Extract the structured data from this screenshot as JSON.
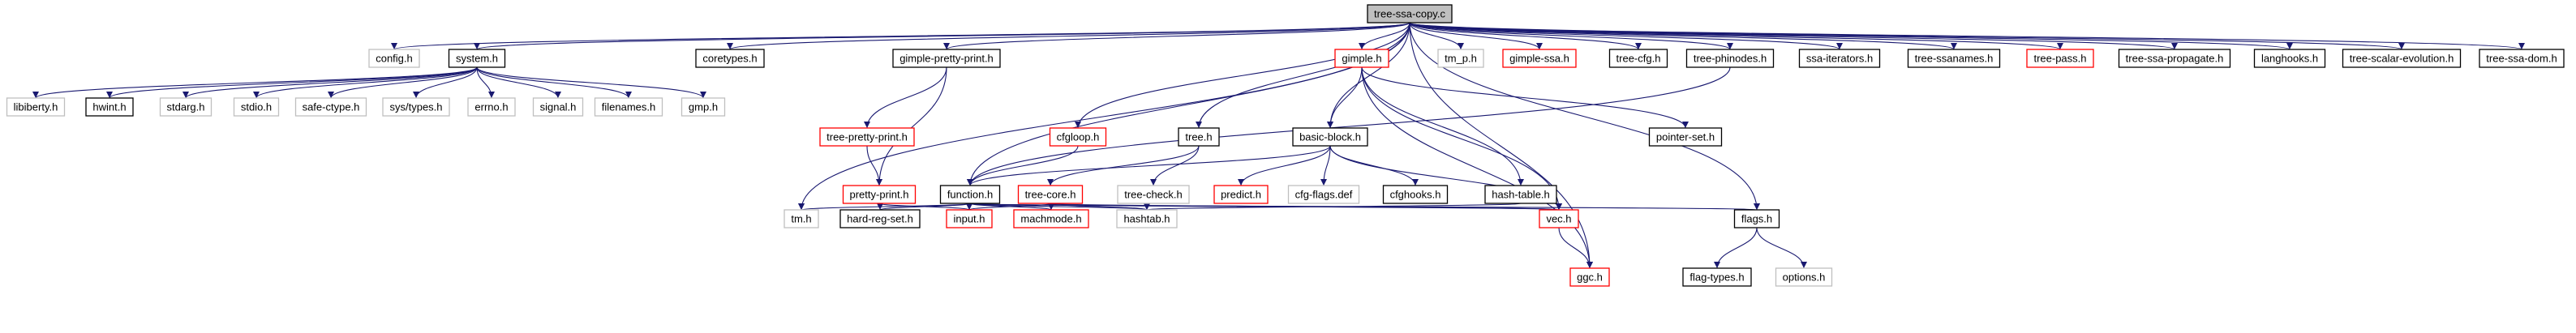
{
  "graph": {
    "root": "tree-ssa-copy.c",
    "colors": {
      "edge": "#191970",
      "border_normal": "#000000",
      "border_truncated": "#ff0000",
      "border_external": "#bfbfbf",
      "root_fill": "#bfbfbf",
      "fill": "#ffffff"
    },
    "nodes": [
      {
        "id": "tree-ssa-copy.c",
        "label": "tree-ssa-copy.c",
        "kind": "root"
      },
      {
        "id": "config.h",
        "label": "config.h",
        "kind": "external"
      },
      {
        "id": "system.h",
        "label": "system.h",
        "kind": "normal"
      },
      {
        "id": "coretypes.h",
        "label": "coretypes.h",
        "kind": "normal"
      },
      {
        "id": "gimple-pretty-print.h",
        "label": "gimple-pretty-print.h",
        "kind": "normal"
      },
      {
        "id": "tm_p.h",
        "label": "tm_p.h",
        "kind": "external"
      },
      {
        "id": "gimple.h",
        "label": "gimple.h",
        "kind": "truncated"
      },
      {
        "id": "gimple-ssa.h",
        "label": "gimple-ssa.h",
        "kind": "truncated"
      },
      {
        "id": "tree-cfg.h",
        "label": "tree-cfg.h",
        "kind": "normal"
      },
      {
        "id": "tree-phinodes.h",
        "label": "tree-phinodes.h",
        "kind": "normal"
      },
      {
        "id": "ssa-iterators.h",
        "label": "ssa-iterators.h",
        "kind": "normal"
      },
      {
        "id": "tree-ssanames.h",
        "label": "tree-ssanames.h",
        "kind": "normal"
      },
      {
        "id": "tree-pass.h",
        "label": "tree-pass.h",
        "kind": "truncated"
      },
      {
        "id": "tree-ssa-propagate.h",
        "label": "tree-ssa-propagate.h",
        "kind": "normal"
      },
      {
        "id": "langhooks.h",
        "label": "langhooks.h",
        "kind": "normal"
      },
      {
        "id": "tree-scalar-evolution.h",
        "label": "tree-scalar-evolution.h",
        "kind": "normal"
      },
      {
        "id": "tree-ssa-dom.h",
        "label": "tree-ssa-dom.h",
        "kind": "normal"
      },
      {
        "id": "libiberty.h",
        "label": "libiberty.h",
        "kind": "external"
      },
      {
        "id": "hwint.h",
        "label": "hwint.h",
        "kind": "normal"
      },
      {
        "id": "stdarg.h",
        "label": "stdarg.h",
        "kind": "external"
      },
      {
        "id": "stdio.h",
        "label": "stdio.h",
        "kind": "external"
      },
      {
        "id": "safe-ctype.h",
        "label": "safe-ctype.h",
        "kind": "external"
      },
      {
        "id": "sys/types.h",
        "label": "sys/types.h",
        "kind": "external"
      },
      {
        "id": "errno.h",
        "label": "errno.h",
        "kind": "external"
      },
      {
        "id": "signal.h",
        "label": "signal.h",
        "kind": "external"
      },
      {
        "id": "filenames.h",
        "label": "filenames.h",
        "kind": "external"
      },
      {
        "id": "gmp.h",
        "label": "gmp.h",
        "kind": "external"
      },
      {
        "id": "tree-pretty-print.h",
        "label": "tree-pretty-print.h",
        "kind": "truncated"
      },
      {
        "id": "cfgloop.h",
        "label": "cfgloop.h",
        "kind": "truncated"
      },
      {
        "id": "tree.h",
        "label": "tree.h",
        "kind": "normal"
      },
      {
        "id": "basic-block.h",
        "label": "basic-block.h",
        "kind": "normal"
      },
      {
        "id": "pointer-set.h",
        "label": "pointer-set.h",
        "kind": "normal"
      },
      {
        "id": "pretty-print.h",
        "label": "pretty-print.h",
        "kind": "truncated"
      },
      {
        "id": "function.h",
        "label": "function.h",
        "kind": "normal"
      },
      {
        "id": "tree-core.h",
        "label": "tree-core.h",
        "kind": "truncated"
      },
      {
        "id": "tree-check.h",
        "label": "tree-check.h",
        "kind": "external"
      },
      {
        "id": "predict.h",
        "label": "predict.h",
        "kind": "truncated"
      },
      {
        "id": "cfg-flags.def",
        "label": "cfg-flags.def",
        "kind": "external"
      },
      {
        "id": "cfghooks.h",
        "label": "cfghooks.h",
        "kind": "normal"
      },
      {
        "id": "hash-table.h",
        "label": "hash-table.h",
        "kind": "normal"
      },
      {
        "id": "tm.h",
        "label": "tm.h",
        "kind": "external"
      },
      {
        "id": "hard-reg-set.h",
        "label": "hard-reg-set.h",
        "kind": "normal"
      },
      {
        "id": "input.h",
        "label": "input.h",
        "kind": "truncated"
      },
      {
        "id": "machmode.h",
        "label": "machmode.h",
        "kind": "truncated"
      },
      {
        "id": "hashtab.h",
        "label": "hashtab.h",
        "kind": "external"
      },
      {
        "id": "vec.h",
        "label": "vec.h",
        "kind": "truncated"
      },
      {
        "id": "flags.h",
        "label": "flags.h",
        "kind": "normal"
      },
      {
        "id": "ggc.h",
        "label": "ggc.h",
        "kind": "truncated"
      },
      {
        "id": "flag-types.h",
        "label": "flag-types.h",
        "kind": "normal"
      },
      {
        "id": "options.h",
        "label": "options.h",
        "kind": "external"
      }
    ],
    "edges": [
      [
        "tree-ssa-copy.c",
        "config.h"
      ],
      [
        "tree-ssa-copy.c",
        "system.h"
      ],
      [
        "tree-ssa-copy.c",
        "coretypes.h"
      ],
      [
        "tree-ssa-copy.c",
        "gimple-pretty-print.h"
      ],
      [
        "tree-ssa-copy.c",
        "tm_p.h"
      ],
      [
        "tree-ssa-copy.c",
        "gimple.h"
      ],
      [
        "tree-ssa-copy.c",
        "gimple-ssa.h"
      ],
      [
        "tree-ssa-copy.c",
        "tree-cfg.h"
      ],
      [
        "tree-ssa-copy.c",
        "tree-phinodes.h"
      ],
      [
        "tree-ssa-copy.c",
        "ssa-iterators.h"
      ],
      [
        "tree-ssa-copy.c",
        "tree-ssanames.h"
      ],
      [
        "tree-ssa-copy.c",
        "tree-pass.h"
      ],
      [
        "tree-ssa-copy.c",
        "tree-ssa-propagate.h"
      ],
      [
        "tree-ssa-copy.c",
        "langhooks.h"
      ],
      [
        "tree-ssa-copy.c",
        "tree-scalar-evolution.h"
      ],
      [
        "tree-ssa-copy.c",
        "tree-ssa-dom.h"
      ],
      [
        "tree-ssa-copy.c",
        "tm.h"
      ],
      [
        "tree-ssa-copy.c",
        "cfgloop.h"
      ],
      [
        "tree-ssa-copy.c",
        "tree.h"
      ],
      [
        "tree-ssa-copy.c",
        "basic-block.h"
      ],
      [
        "tree-ssa-copy.c",
        "function.h"
      ],
      [
        "tree-ssa-copy.c",
        "flags.h"
      ],
      [
        "tree-ssa-copy.c",
        "ggc.h"
      ],
      [
        "system.h",
        "libiberty.h"
      ],
      [
        "system.h",
        "hwint.h"
      ],
      [
        "system.h",
        "stdarg.h"
      ],
      [
        "system.h",
        "stdio.h"
      ],
      [
        "system.h",
        "safe-ctype.h"
      ],
      [
        "system.h",
        "sys/types.h"
      ],
      [
        "system.h",
        "errno.h"
      ],
      [
        "system.h",
        "signal.h"
      ],
      [
        "system.h",
        "filenames.h"
      ],
      [
        "system.h",
        "gmp.h"
      ],
      [
        "gimple-pretty-print.h",
        "tree-pretty-print.h"
      ],
      [
        "gimple-pretty-print.h",
        "pretty-print.h"
      ],
      [
        "tree-pretty-print.h",
        "pretty-print.h"
      ],
      [
        "pretty-print.h",
        "input.h"
      ],
      [
        "gimple.h",
        "basic-block.h"
      ],
      [
        "gimple.h",
        "pointer-set.h"
      ],
      [
        "gimple.h",
        "hash-table.h"
      ],
      [
        "gimple.h",
        "vec.h"
      ],
      [
        "gimple.h",
        "ggc.h"
      ],
      [
        "tree-phinodes.h",
        "function.h"
      ],
      [
        "cfgloop.h",
        "function.h"
      ],
      [
        "tree.h",
        "tree-core.h"
      ],
      [
        "tree.h",
        "tree-check.h"
      ],
      [
        "basic-block.h",
        "predict.h"
      ],
      [
        "basic-block.h",
        "cfg-flags.def"
      ],
      [
        "basic-block.h",
        "cfghooks.h"
      ],
      [
        "basic-block.h",
        "vec.h"
      ],
      [
        "basic-block.h",
        "function.h"
      ],
      [
        "function.h",
        "tm.h"
      ],
      [
        "function.h",
        "hard-reg-set.h"
      ],
      [
        "function.h",
        "input.h"
      ],
      [
        "function.h",
        "machmode.h"
      ],
      [
        "function.h",
        "hashtab.h"
      ],
      [
        "function.h",
        "vec.h"
      ],
      [
        "function.h",
        "flags.h"
      ],
      [
        "tree-core.h",
        "input.h"
      ],
      [
        "tree-core.h",
        "machmode.h"
      ],
      [
        "tree-core.h",
        "hashtab.h"
      ],
      [
        "tree-core.h",
        "vec.h"
      ],
      [
        "hash-table.h",
        "hashtab.h"
      ],
      [
        "vec.h",
        "ggc.h"
      ],
      [
        "flags.h",
        "flag-types.h"
      ],
      [
        "flags.h",
        "options.h"
      ]
    ]
  }
}
